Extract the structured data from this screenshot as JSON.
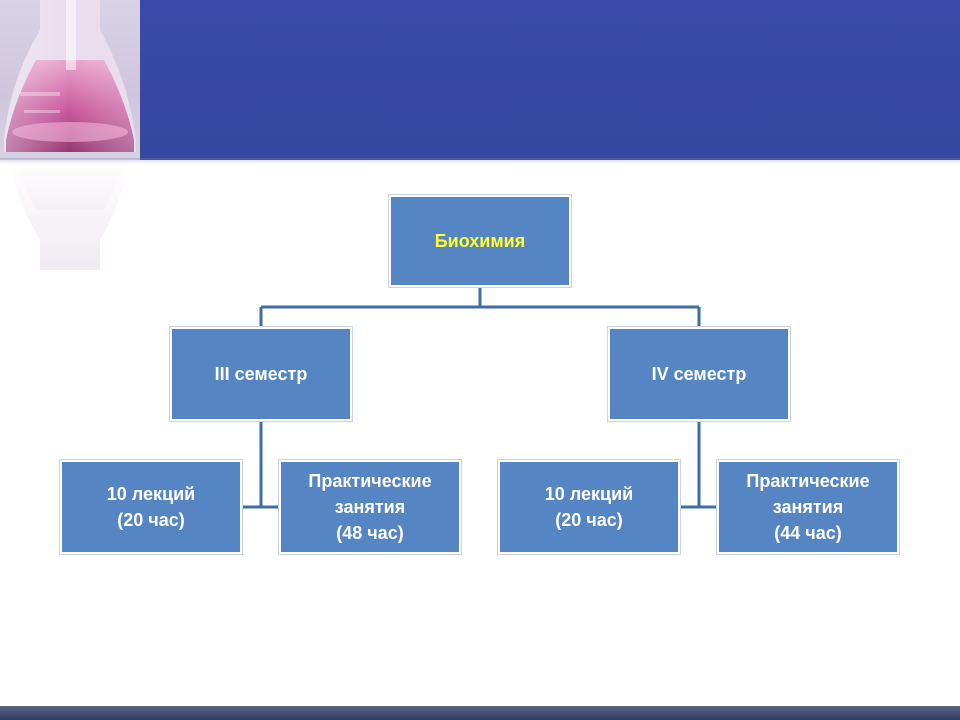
{
  "colors": {
    "header": "#3a4aa6",
    "node_fill": "#5585c3",
    "connector": "#3f6ea6",
    "root_text": "#ffff33",
    "text": "#ffffff"
  },
  "diagram": {
    "root": {
      "label": "Биохимия"
    },
    "semesters": [
      {
        "label": "III семестр",
        "items": [
          {
            "label": "10 лекций\n(20 час)"
          },
          {
            "label": "Практические\nзанятия\n(48 час)"
          }
        ]
      },
      {
        "label": "IV семестр",
        "items": [
          {
            "label": "10 лекций\n(20 час)"
          },
          {
            "label": "Практические\nзанятия\n(44 час)"
          }
        ]
      }
    ]
  }
}
